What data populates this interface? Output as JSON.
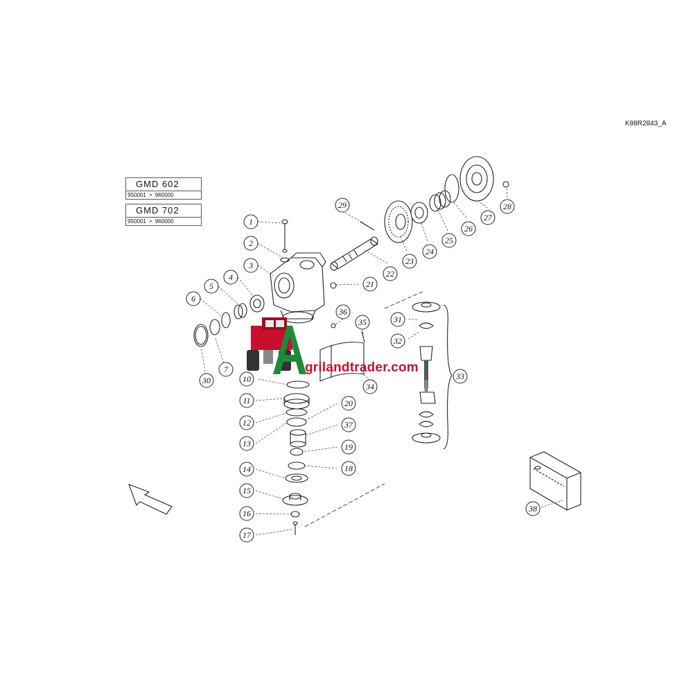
{
  "diagram_ref": "K98R2843_A",
  "models": [
    {
      "name": "GMD 602",
      "serial_from": "950001",
      "separator": ">",
      "serial_to": "960000"
    },
    {
      "name": "GMD 702",
      "serial_from": "950001",
      "separator": ">",
      "serial_to": "960000"
    }
  ],
  "watermark": {
    "letter": "A",
    "text": "grilandtrader.com",
    "color": "#c8102e"
  },
  "callouts": [
    "1",
    "2",
    "3",
    "4",
    "5",
    "6",
    "7",
    "10",
    "11",
    "12",
    "13",
    "14",
    "15",
    "16",
    "17",
    "18",
    "19",
    "20",
    "21",
    "22",
    "23",
    "24",
    "25",
    "26",
    "27",
    "28",
    "29",
    "30",
    "31",
    "32",
    "33",
    "34",
    "35",
    "36",
    "37",
    "38"
  ],
  "colors": {
    "line": "#222222",
    "watermark_red": "#c8102e",
    "watermark_green": "#1f8a3a"
  }
}
